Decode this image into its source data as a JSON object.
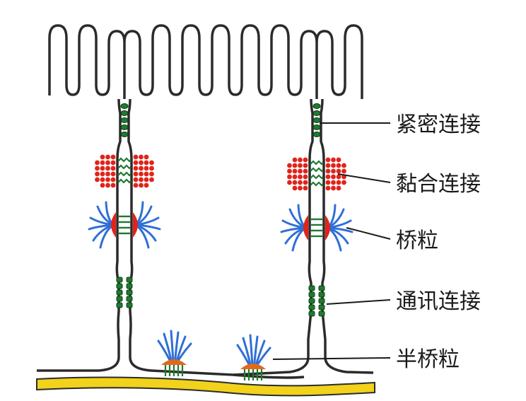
{
  "labels": {
    "tight_junction": "紧密连接",
    "adherens_junction": "黏合连接",
    "desmosome": "桥粒",
    "gap_junction": "通讯连接",
    "hemidesmosome": "半桥粒"
  },
  "colors": {
    "membrane": "#2b2b2b",
    "junction_green": "#1f7a2e",
    "actin_red": "#e2231a",
    "keratin_blue": "#2f6fd6",
    "plaque_orange": "#e06a1b",
    "basal_lamina": "#f2d21b",
    "leader_line": "#1a1a1a"
  }
}
